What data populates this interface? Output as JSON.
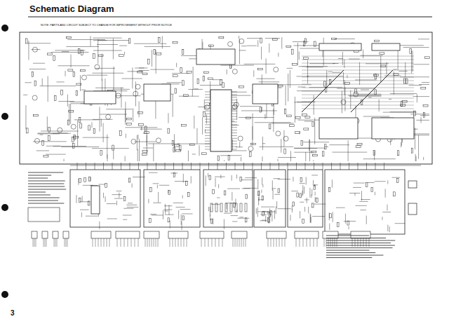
{
  "diagram": {
    "title": "Schematic Diagram",
    "labels": [
      "NOTE: PARTS AND CIRCUIT SUBJECT TO CHANGE FOR IMPROVEMENT WITHOUT PRIOR NOTICE",
      "3"
    ]
  }
}
